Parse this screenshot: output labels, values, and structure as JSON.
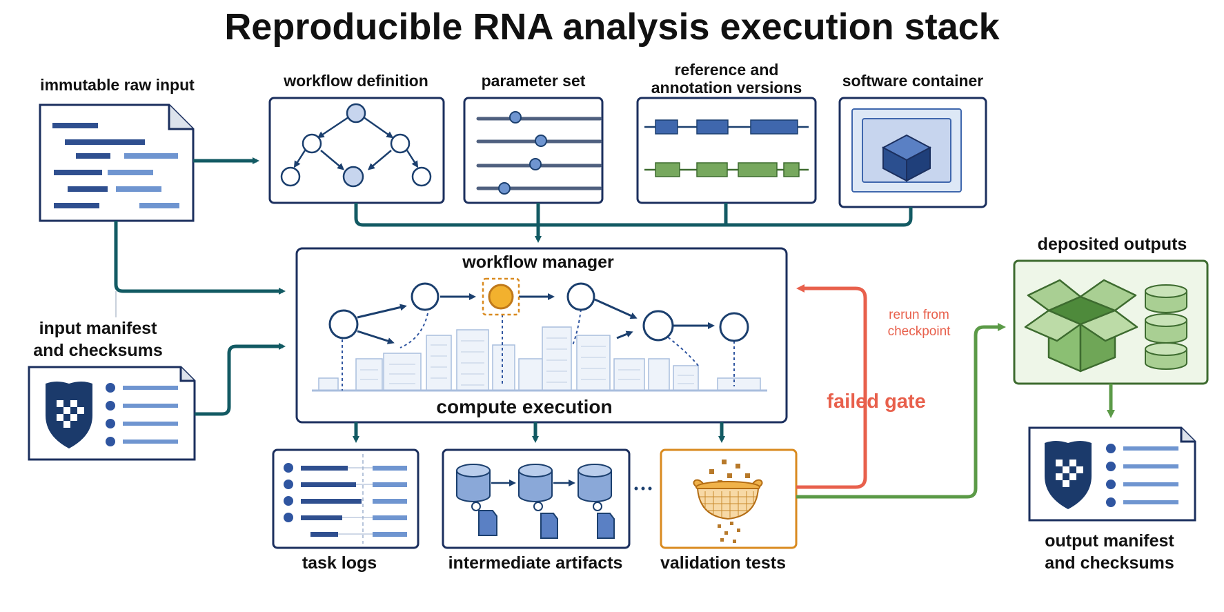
{
  "title": "Reproducible RNA analysis execution stack",
  "labels": {
    "raw_input": "immutable raw input",
    "workflow_definition": "workflow definition",
    "parameter_set": "parameter set",
    "reference_line1": "reference and",
    "reference_line2": "annotation versions",
    "software_container": "software container",
    "input_manifest_line1": "input manifest",
    "input_manifest_line2": "and checksums",
    "workflow_manager": "workflow manager",
    "compute_execution": "compute execution",
    "rerun_line1": "rerun from",
    "rerun_line2": "checkpoint",
    "failed_gate": "failed gate",
    "deposited_outputs": "deposited outputs",
    "output_manifest_line1": "output manifest",
    "output_manifest_line2": "and checksums",
    "task_logs": "task logs",
    "intermediate_artifacts": "intermediate artifacts",
    "validation_tests": "validation tests"
  },
  "colors": {
    "navy": "#1b2f5e",
    "teal": "#125a63",
    "blue": "#3f67ad",
    "light_blue": "#dde8f6",
    "green": "#5b9a47",
    "green_fill": "#a9cf93",
    "orange": "#d98a1f",
    "red": "#e8604c"
  }
}
